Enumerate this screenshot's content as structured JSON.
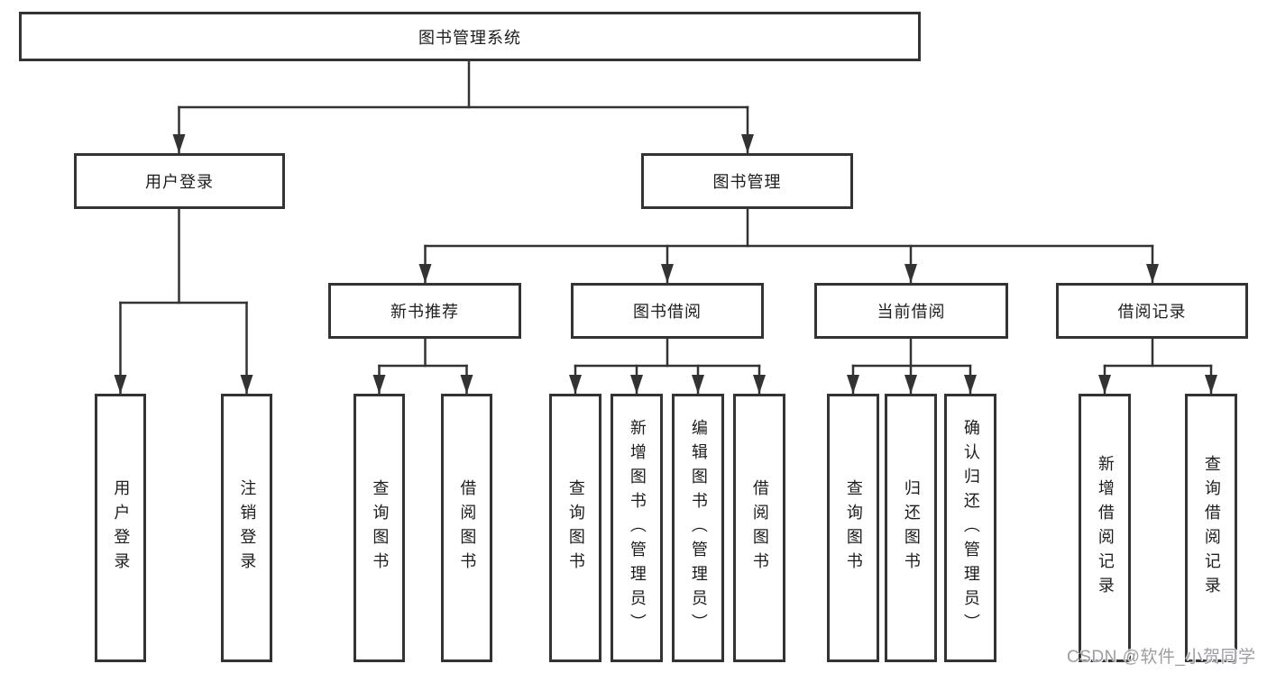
{
  "colors": {
    "line": "#333333",
    "box_border": "#333333",
    "box_background": "#ffffff",
    "text": "#1d1d1d",
    "watermark": "#9c9ca4"
  },
  "watermark": {
    "text": "CSDN @软件_小贺同学"
  },
  "tree": {
    "root": {
      "label": "图书管理系统"
    },
    "branches": [
      {
        "id": "user-login",
        "label": "用户登录",
        "children": [
          "用户登录",
          "注销登录"
        ]
      },
      {
        "id": "book-management",
        "label": "图书管理",
        "sections": [
          {
            "id": "new-book-recommend",
            "label": "新书推荐",
            "children": [
              "查询图书",
              "借阅图书"
            ]
          },
          {
            "id": "book-borrow",
            "label": "图书借阅",
            "children": [
              "查询图书",
              "新增图书（管理员）",
              "编辑图书（管理员）",
              "借阅图书"
            ]
          },
          {
            "id": "current-borrow",
            "label": "当前借阅",
            "children": [
              "查询图书",
              "归还图书",
              "确认归还（管理员）"
            ]
          },
          {
            "id": "borrow-records",
            "label": "借阅记录",
            "children": [
              "新增借阅记录",
              "查询借阅记录"
            ]
          }
        ]
      }
    ]
  }
}
